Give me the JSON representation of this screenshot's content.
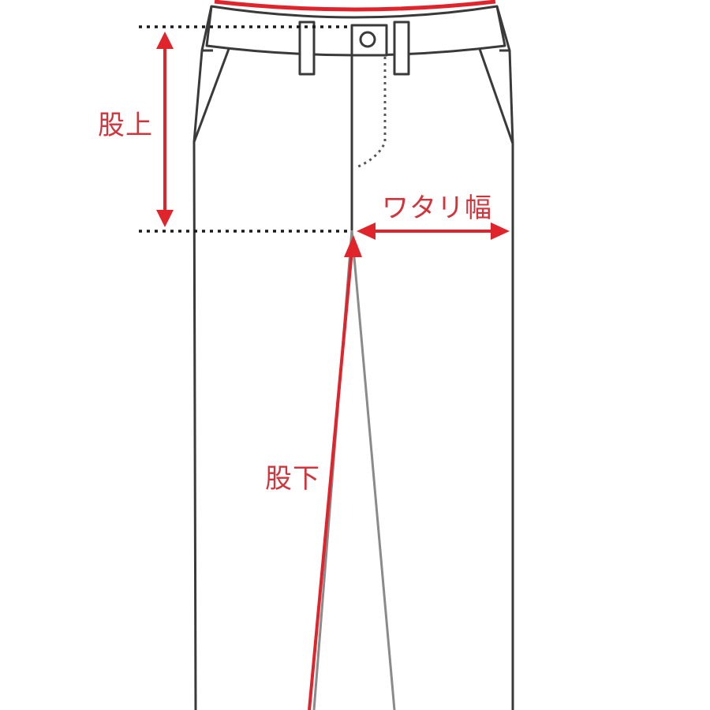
{
  "diagram": {
    "subject": "trousers measurement guide",
    "colors": {
      "outline": "#3a3a3a",
      "leg_inner": "#8a8a8a",
      "measure": "#e0242c",
      "label": "#d2343c",
      "background": "#ffffff"
    },
    "measurements": [
      {
        "id": "rise",
        "label": "股上",
        "type": "vertical-arrow"
      },
      {
        "id": "thigh",
        "label": "ワタリ幅",
        "type": "horizontal-arrow"
      },
      {
        "id": "inseam",
        "label": "股下",
        "type": "diagonal-line"
      },
      {
        "id": "waist",
        "label": "",
        "type": "waistband-highlight"
      }
    ]
  }
}
